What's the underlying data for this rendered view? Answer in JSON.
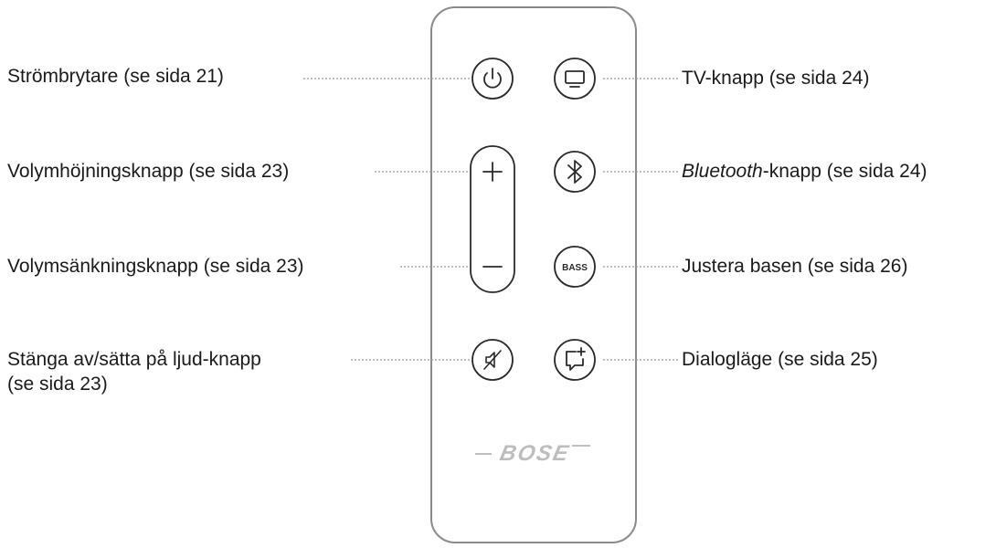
{
  "labels": {
    "power": "Strömbrytare (se sida 21)",
    "volume_up": "Volymhöjningsknapp (se sida 23)",
    "volume_down": "Volymsänkningsknapp (se sida 23)",
    "mute_line1": "Stänga av/sätta på ljud-knapp",
    "mute_line2": "(se sida 23)",
    "tv": "TV-knapp (se sida 24)",
    "bluetooth_italic": "Bluetooth",
    "bluetooth_rest": "-knapp (se sida 24)",
    "bass": "Justera basen (se sida 26)",
    "dialog": "Dialogläge (se sida 25)"
  },
  "remote": {
    "bass_text": "BASS",
    "brand": "BOSE"
  },
  "colors": {
    "outline": "#8a8a8a",
    "button_stroke": "#2a2a2a",
    "leader_line": "#9a9a9a",
    "text": "#1a1a1a"
  },
  "icons": [
    "power-icon",
    "tv-icon",
    "plus-icon",
    "minus-icon",
    "bluetooth-icon",
    "bass-icon",
    "mute-icon",
    "dialog-icon"
  ]
}
